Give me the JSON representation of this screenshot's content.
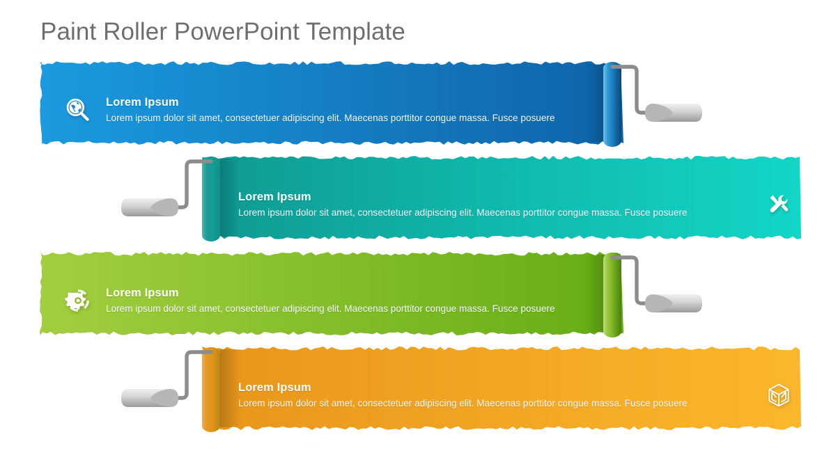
{
  "page": {
    "title": "Paint Roller PowerPoint Template",
    "background_color": "#ffffff",
    "title_color": "#6e6e6e"
  },
  "rows": [
    {
      "id": "row-1",
      "heading": "Lorem Ipsum",
      "body": "Lorem ipsum dolor sit amet, consectetuer adipiscing elit. Maecenas porttitor congue massa. Fusce posuere",
      "icon": "globe-search-icon",
      "roller_side": "right",
      "color_start": "#1b9ae0",
      "color_end": "#0f63a8",
      "roller_color_start": "#2ba3e3",
      "roller_color_end": "#0d5d9e"
    },
    {
      "id": "row-2",
      "heading": "Lorem Ipsum",
      "body": "Lorem ipsum dolor sit amet, consectetuer adipiscing elit. Maecenas porttitor congue massa. Fusce posuere",
      "icon": "wrench-screwdriver-icon",
      "roller_side": "left",
      "color_start": "#0f9a93",
      "color_end": "#12d6c6",
      "roller_color_start": "#0c8d86",
      "roller_color_end": "#17b6ab"
    },
    {
      "id": "row-3",
      "heading": "Lorem Ipsum",
      "body": "Lorem ipsum dolor sit amet, consectetuer adipiscing elit. Maecenas porttitor congue massa. Fusce posuere",
      "icon": "gear-refresh-icon",
      "roller_side": "right",
      "color_start": "#a3ce3f",
      "color_end": "#64ad14",
      "roller_color_start": "#9ecb39",
      "roller_color_end": "#5fa611"
    },
    {
      "id": "row-4",
      "heading": "Lorem Ipsum",
      "body": "Lorem ipsum dolor sit amet, consectetuer adipiscing elit. Maecenas porttitor congue massa. Fusce posuere",
      "icon": "cube-box-icon",
      "roller_side": "left",
      "color_start": "#e8951a",
      "color_end": "#fbb72c",
      "roller_color_start": "#dd8a12",
      "roller_color_end": "#f0a81f"
    }
  ],
  "roller_hardware": {
    "frame_color": "#8c8c8c",
    "handle_color_light": "#e3e3e3",
    "handle_color_dark": "#9b9b9b"
  }
}
